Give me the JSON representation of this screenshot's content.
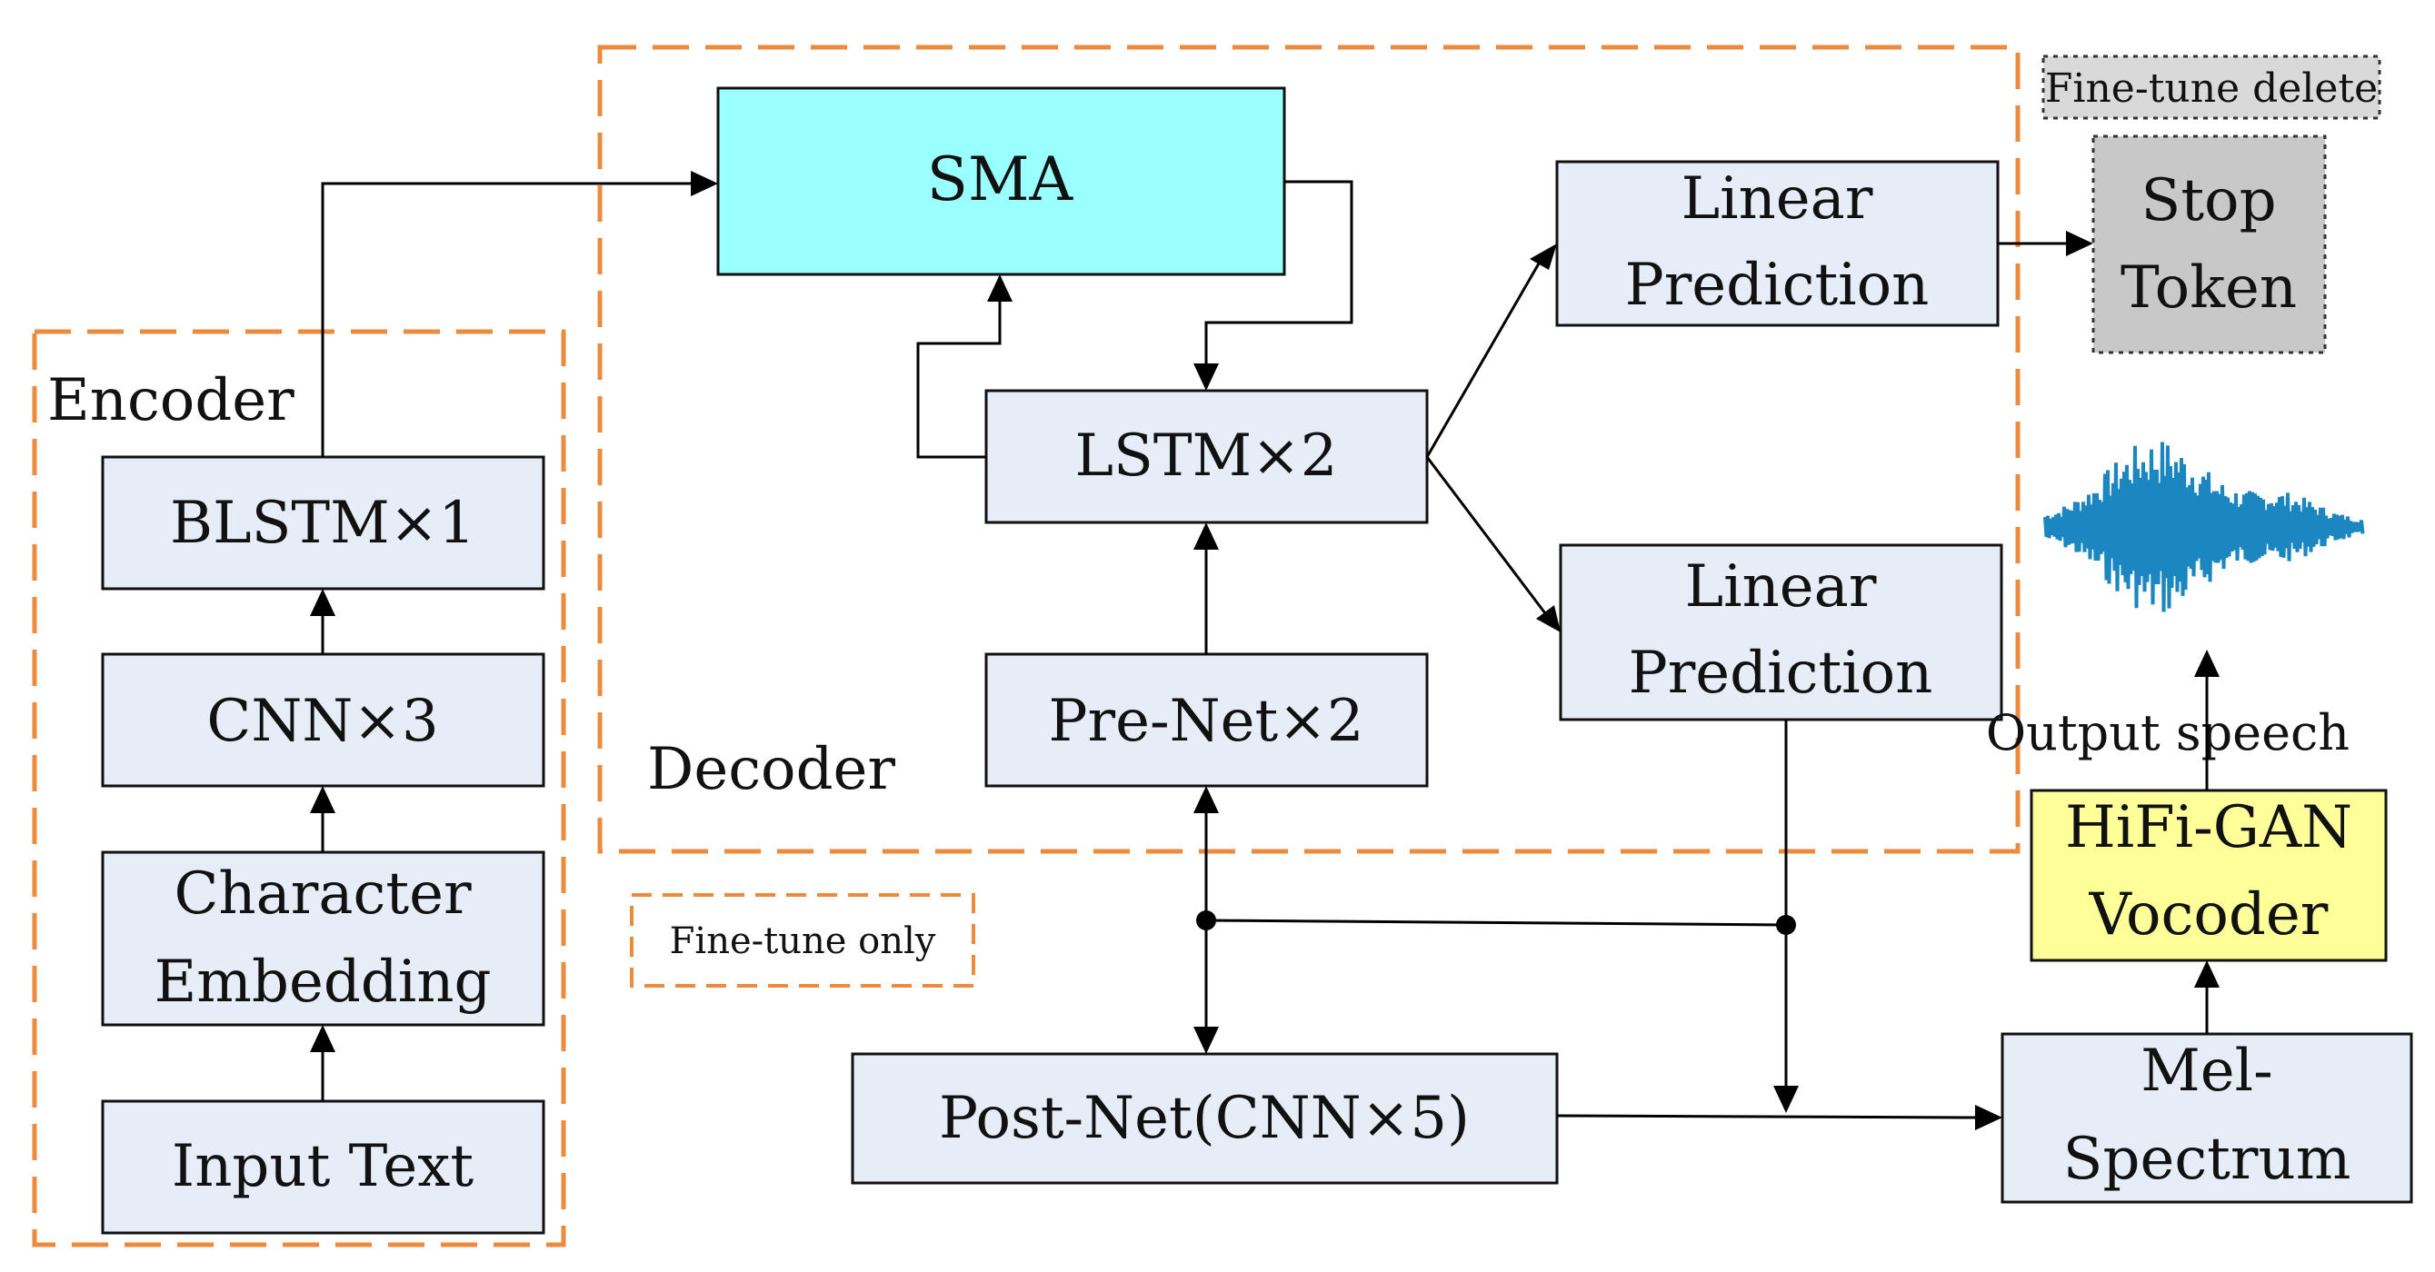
{
  "regions": {
    "encoder": "Encoder",
    "decoder": "Decoder",
    "finetune_only": "Fine-tune only",
    "finetune_delete": "Fine-tune delete"
  },
  "blocks": {
    "input_text": "Input Text",
    "char_embedding": [
      "Character",
      "Embedding"
    ],
    "cnn": "CNN×3",
    "blstm": "BLSTM×1",
    "sma": "SMA",
    "lstm": "LSTM×2",
    "prenet": "Pre-Net×2",
    "linear_top": [
      "Linear",
      "Prediction"
    ],
    "linear_bottom": [
      "Linear",
      "Prediction"
    ],
    "stop_token": [
      "Stop",
      "Token"
    ],
    "postnet": "Post-Net(CNN×5)",
    "mel": [
      "Mel-",
      "Spectrum"
    ],
    "vocoder": [
      "HiFi-GAN",
      "Vocoder"
    ],
    "output": "Output speech"
  },
  "colors": {
    "box_fill": "#e6edf7",
    "sma_fill": "#99ffff",
    "vocoder_fill": "#ffff99",
    "stop_fill": "#c8c8c8",
    "region_border": "#ee8a3c",
    "waveform": "#1b86bf"
  }
}
